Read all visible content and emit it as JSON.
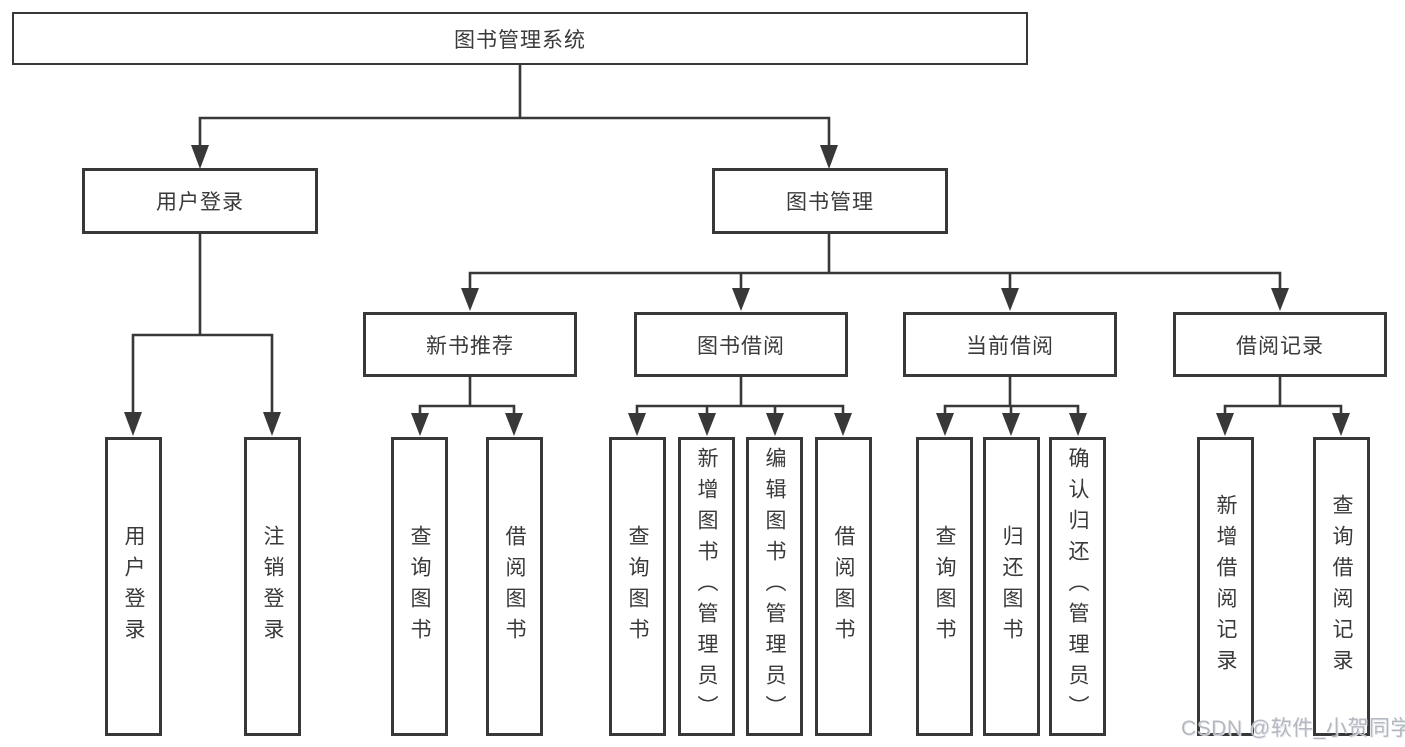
{
  "diagram_title": "图书管理系统",
  "nodes": {
    "root": {
      "label": "图书管理系统"
    },
    "level2": [
      {
        "key": "user-login",
        "label": "用户登录",
        "parent": "图书管理系统"
      },
      {
        "key": "book-management",
        "label": "图书管理",
        "parent": "图书管理系统"
      }
    ],
    "level3": [
      {
        "key": "new-book-recommend",
        "label": "新书推荐",
        "parent": "图书管理"
      },
      {
        "key": "book-borrowing",
        "label": "图书借阅",
        "parent": "图书管理"
      },
      {
        "key": "current-borrowing",
        "label": "当前借阅",
        "parent": "图书管理"
      },
      {
        "key": "borrowing-records",
        "label": "借阅记录",
        "parent": "图书管理"
      }
    ],
    "leaves": [
      {
        "key": "user-login",
        "label": "用户登录",
        "parent": "用户登录"
      },
      {
        "key": "logout",
        "label": "注销登录",
        "parent": "用户登录"
      },
      {
        "key": "query-books",
        "label": "查询图书",
        "parent": "新书推荐"
      },
      {
        "key": "borrow-books",
        "label": "借阅图书",
        "parent": "新书推荐"
      },
      {
        "key": "query-books",
        "label": "查询图书",
        "parent": "图书借阅"
      },
      {
        "key": "add-book-admin",
        "label": "新增图书（管理员）",
        "parent": "图书借阅"
      },
      {
        "key": "edit-book-admin",
        "label": "编辑图书（管理员）",
        "parent": "图书借阅"
      },
      {
        "key": "borrow-books",
        "label": "借阅图书",
        "parent": "图书借阅"
      },
      {
        "key": "query-books",
        "label": "查询图书",
        "parent": "当前借阅"
      },
      {
        "key": "return-books",
        "label": "归还图书",
        "parent": "当前借阅"
      },
      {
        "key": "confirm-return-admin",
        "label": "确认归还（管理员）",
        "parent": "当前借阅"
      },
      {
        "key": "add-borrow-record",
        "label": "新增借阅记录",
        "parent": "借阅记录"
      },
      {
        "key": "query-borrow-record",
        "label": "查询借阅记录",
        "parent": "借阅记录"
      }
    ]
  },
  "watermark": "CSDN @软件_小贺同学",
  "colors": {
    "line": "#383838",
    "text": "#3a3a3a",
    "watermark": "#b4b8bf",
    "background": "#ffffff"
  }
}
